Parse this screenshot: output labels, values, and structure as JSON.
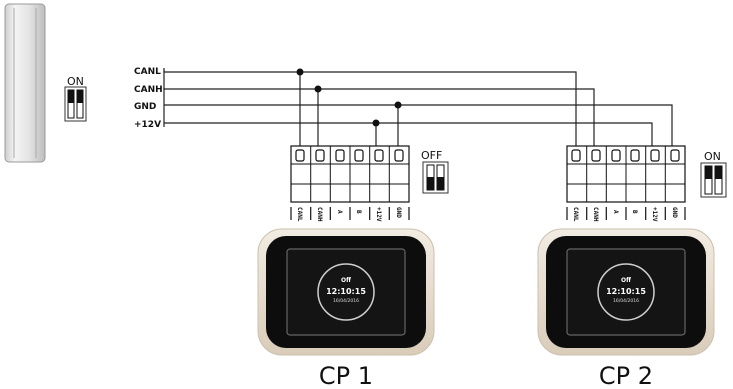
{
  "bus_lines": [
    {
      "label": "CANL"
    },
    {
      "label": "CANH"
    },
    {
      "label": "GND"
    },
    {
      "label": "+12V"
    }
  ],
  "master_dip": {
    "label": "ON",
    "state": "on"
  },
  "panels": [
    {
      "name": "CP 1",
      "dip": {
        "label": "OFF",
        "state": "off"
      },
      "terminals": [
        "CANL",
        "CANH",
        "A",
        "B",
        "+12V",
        "GND"
      ],
      "screen": {
        "state": "Off",
        "time": "12:10:15",
        "date": "16/04/2016"
      }
    },
    {
      "name": "CP 2",
      "dip": {
        "label": "ON",
        "state": "on"
      },
      "terminals": [
        "CANL",
        "CANH",
        "A",
        "B",
        "+12V",
        "GND"
      ],
      "screen": {
        "state": "Off",
        "time": "12:10:15",
        "date": "16/04/2016"
      }
    }
  ],
  "colors": {
    "wire": "#222222",
    "panel_frame": "#e6dccd",
    "screen": "#111111"
  }
}
